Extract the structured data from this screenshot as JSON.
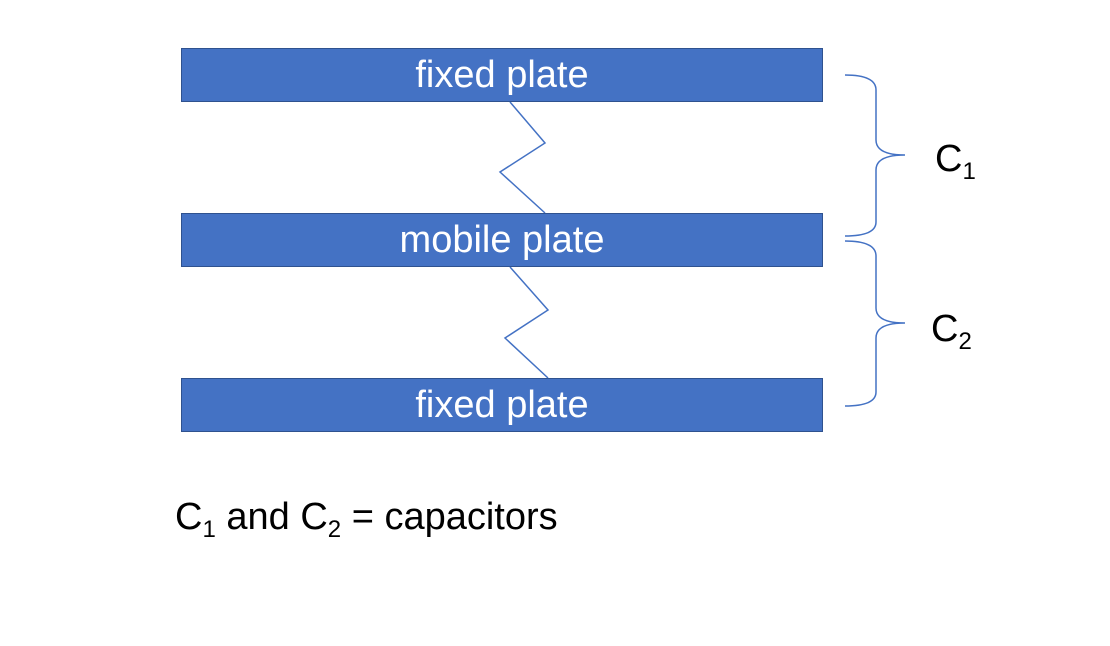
{
  "colors": {
    "plate_fill": "#4472c4",
    "plate_border": "#2f528f",
    "bracket": "#4472c4",
    "spring": "#4472c4"
  },
  "plates": {
    "top_label": "fixed plate",
    "middle_label": "mobile plate",
    "bottom_label": "fixed plate"
  },
  "capacitors": {
    "c1": {
      "letter": "C",
      "subscript": "1"
    },
    "c2": {
      "letter": "C",
      "subscript": "2"
    }
  },
  "legend": {
    "c1_letter": "C",
    "c1_sub": "1",
    "conjunction": " and ",
    "c2_letter": "C",
    "c2_sub": "2",
    "suffix": " = capacitors"
  }
}
